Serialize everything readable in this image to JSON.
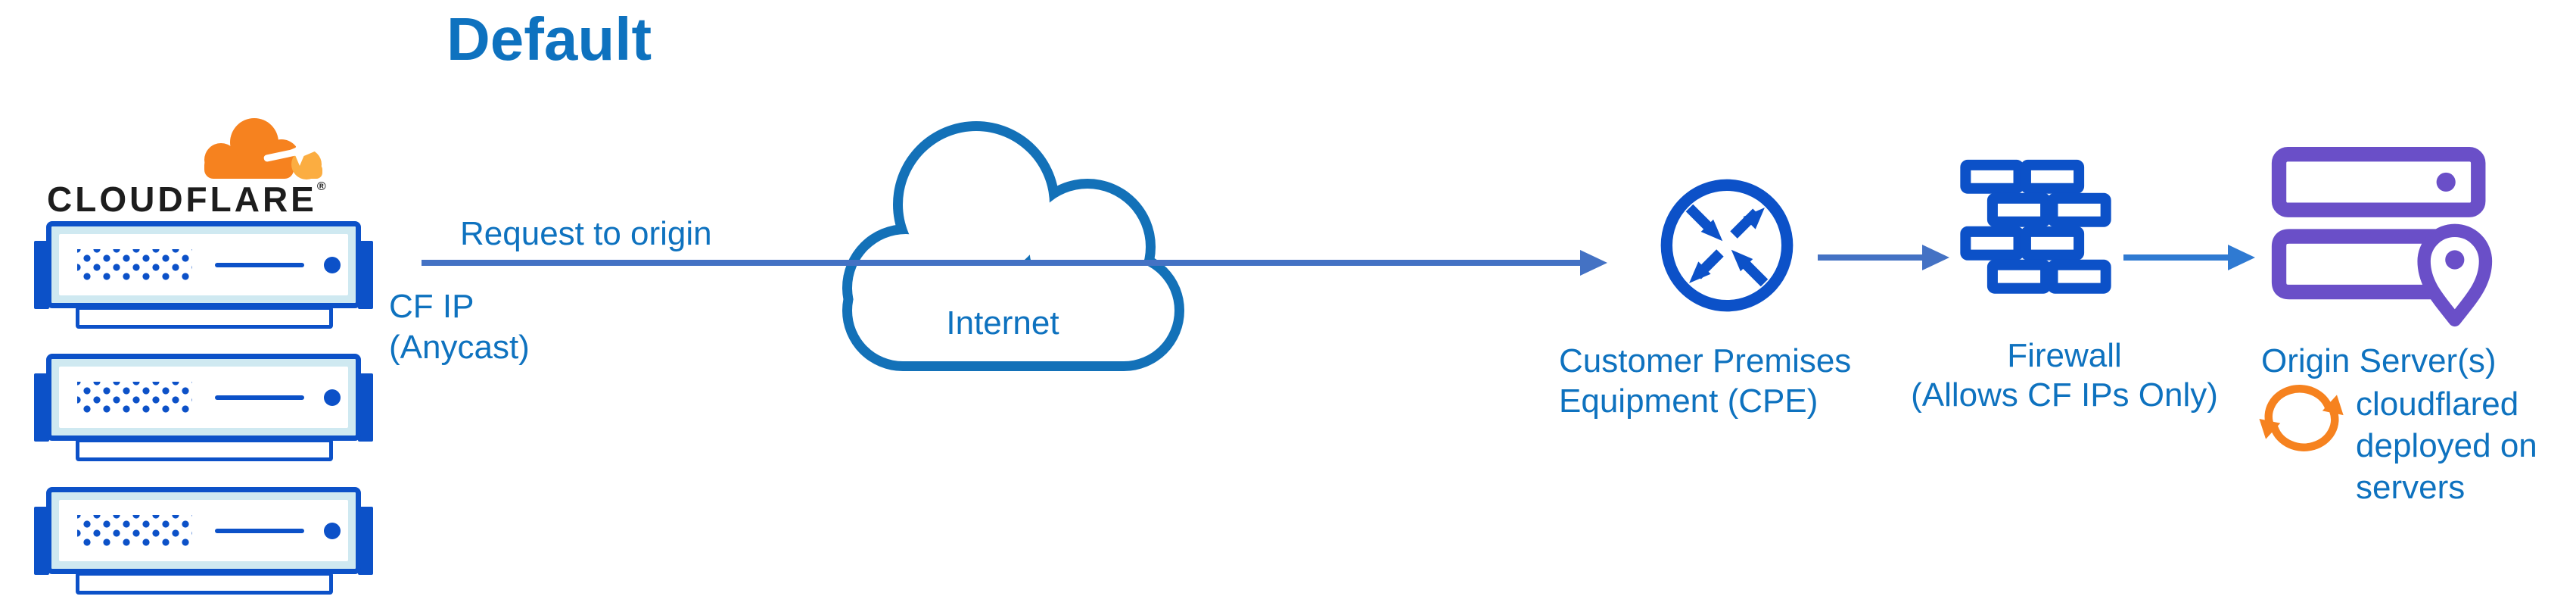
{
  "title": "Default",
  "colors": {
    "text_blue": "#0e72bf",
    "arrow_blue": "#4472c4",
    "arrow_bright_blue": "#2f7ad2",
    "icon_blue": "#0c51c8",
    "cloud_blue": "#1371b8",
    "pale_blue": "#cfe9f1",
    "purple": "#6a4fc8",
    "orange": "#f6821f",
    "orange_light": "#fbad41",
    "wordmark_black": "#1d1d1d"
  },
  "logo": {
    "brand": "CLOUDFLARE",
    "registered": "®"
  },
  "edge": {
    "request_label": "Request to origin",
    "cf_ip_line1": "CF IP",
    "cf_ip_line2": "(Anycast)"
  },
  "internet": {
    "label": "Internet"
  },
  "cpe": {
    "label_line1": "Customer Premises",
    "label_line2": "Equipment (CPE)"
  },
  "firewall": {
    "label_line1": "Firewall",
    "label_line2": "(Allows CF IPs Only)"
  },
  "origin": {
    "label": "Origin Server(s)",
    "cloudflared_note": "cloudflared deployed on servers"
  }
}
